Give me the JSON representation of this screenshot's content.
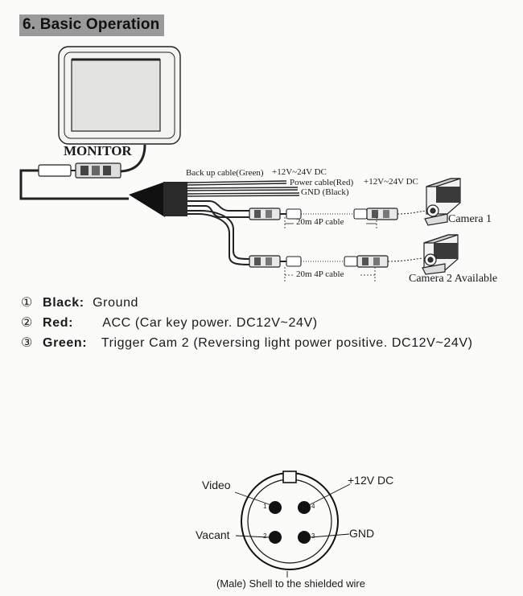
{
  "section": {
    "title": "6. Basic Operation"
  },
  "monitor": {
    "label": "MONITOR"
  },
  "cables": {
    "backup": "Back up cable(Green)",
    "backup_voltage": "+12V~24V DC",
    "power": "Power cable(Red)",
    "power_voltage": "+12V~24V DC",
    "gnd": "GND (Black)",
    "ext1": "20m 4P cable",
    "ext2": "20m 4P cable"
  },
  "cameras": {
    "cam1": "Camera 1",
    "cam2": "Camera 2 Available"
  },
  "wires": [
    {
      "num": "①",
      "name": "Black",
      "sep": ":",
      "desc": "Ground"
    },
    {
      "num": "②",
      "name": "Red",
      "sep": ":",
      "desc": "ACC (Car key power. DC12V~24V)"
    },
    {
      "num": "③",
      "name": "Green",
      "sep": ":",
      "desc": "Trigger  Cam 2 (Reversing light power positive. DC12V~24V)"
    }
  ],
  "connector": {
    "pins": {
      "video": "Video",
      "v12": "+12V DC",
      "vacant": "Vacant",
      "gnd": "GND",
      "n1": "1",
      "n2": "2",
      "n3": "3",
      "n4": "4"
    },
    "caption": "(Male) Shell to the shielded wire"
  },
  "colors": {
    "line": "#222222",
    "title_bg": "#9a9a9a",
    "paper": "#fbfbfa"
  }
}
